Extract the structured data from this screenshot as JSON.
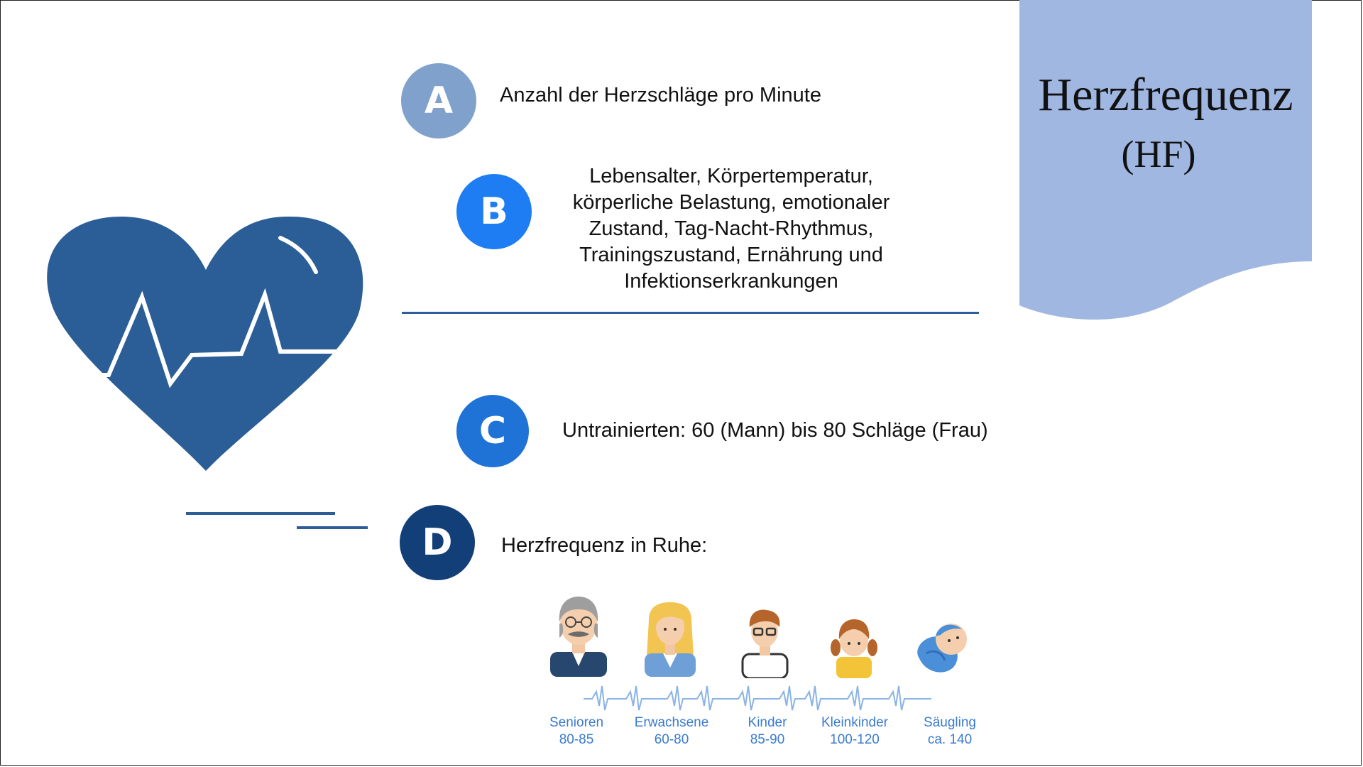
{
  "title": {
    "main": "Herzfrequenz",
    "sub": "(HF)"
  },
  "colors": {
    "banner": "#a0b7e1",
    "heart": "#2b5d97",
    "badge_a": "#7fa1cc",
    "badge_b": "#1e7df2",
    "badge_c": "#1f72d6",
    "badge_d": "#123f78",
    "age_label": "#3a7bd0"
  },
  "items": {
    "a": {
      "letter": "A",
      "text": "Anzahl der Herzschläge pro Minute"
    },
    "b": {
      "letter": "B",
      "lines": [
        "Lebensalter, Körpertemperatur,",
        "körperliche Belastung, emotionaler",
        "Zustand, Tag-Nacht-Rhythmus,",
        "Trainingszustand, Ernährung und",
        "Infektionserkrankungen"
      ]
    },
    "c": {
      "letter": "C",
      "text": "Untrainierten: 60 (Mann) bis 80 Schläge (Frau)"
    },
    "d": {
      "letter": "D",
      "text": "Herzfrequenz in Ruhe:"
    }
  },
  "age_groups": [
    {
      "name": "Senioren",
      "range": "80-85",
      "icon": "senior-icon"
    },
    {
      "name": "Erwachsene",
      "range": "60-80",
      "icon": "adult-woman-icon"
    },
    {
      "name": "Kinder",
      "range": "85-90",
      "icon": "child-icon"
    },
    {
      "name": "Kleinkinder",
      "range": "100-120",
      "icon": "toddler-icon"
    },
    {
      "name": "Säugling",
      "range": "ca. 140",
      "icon": "baby-icon"
    }
  ]
}
